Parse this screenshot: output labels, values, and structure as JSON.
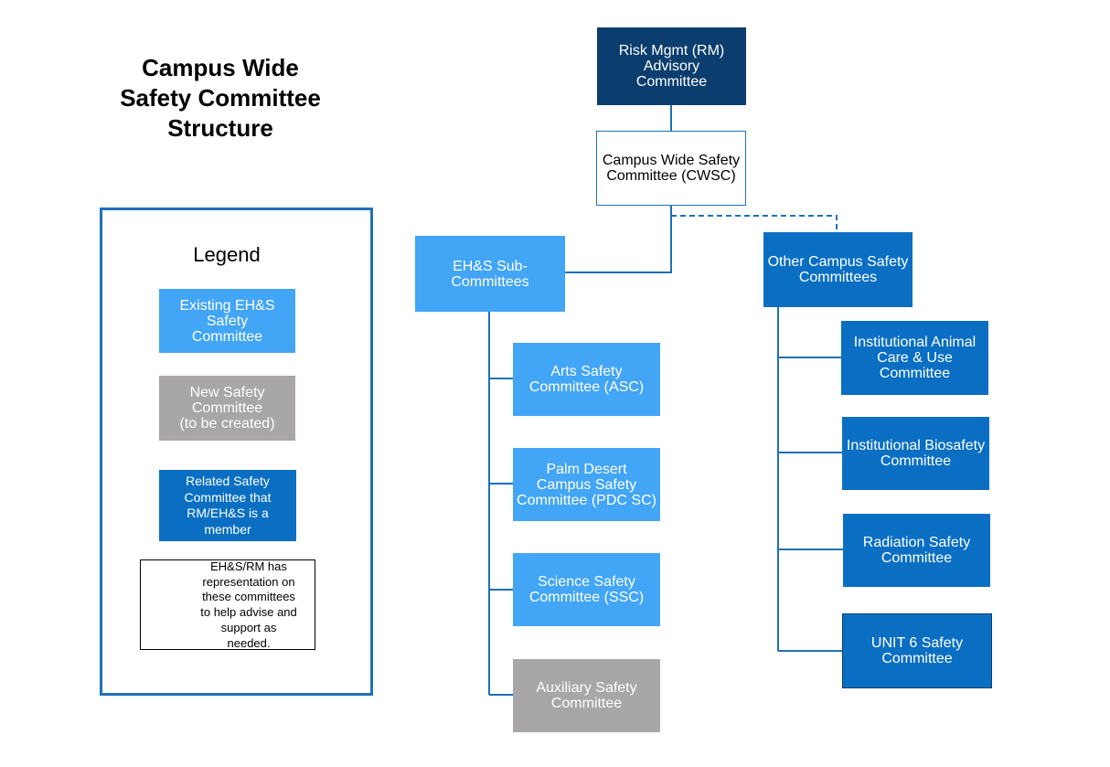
{
  "title": {
    "line1": "Campus Wide",
    "line2": "Safety Committee",
    "line3": "Structure"
  },
  "legend": {
    "title": "Legend",
    "existing": "Existing  EH&S\nSafety\nCommittee",
    "new": "New Safety\nCommittee\n(to be created)",
    "related": "Related Safety\nCommittee that\nRM/EH&S is a\nmember",
    "dashed_note": "EH&S/RM has\nrepresentation on\nthese committees\nto help advise and\nsupport as\nneeded."
  },
  "nodes": {
    "rm_advisory": "Risk Mgmt (RM)\nAdvisory\nCommittee",
    "cwsc": "Campus Wide Safety\nCommittee (CWSC)",
    "ehs_sub": "EH&S Sub-\nCommittees",
    "other_campus": "Other Campus Safety\nCommittees",
    "arts": "Arts Safety\nCommittee (ASC)",
    "palm_desert": "Palm  Desert\nCampus Safety\nCommittee (PDC SC)",
    "science": "Science Safety\nCommittee (SSC)",
    "auxiliary": "Auxiliary Safety\nCommittee",
    "animal_care": "Institutional Animal\nCare & Use\nCommittee",
    "biosafety": "Institutional Biosafety\nCommittee",
    "radiation": "Radiation Safety\nCommittee",
    "unit6": "UNIT 6 Safety\nCommittee"
  },
  "colors": {
    "dark_blue": "#0b3e6e",
    "light_blue": "#42a5f5",
    "mid_blue": "#0a6fc2",
    "grey": "#a8a6a6",
    "connector": "#1f71b8"
  }
}
